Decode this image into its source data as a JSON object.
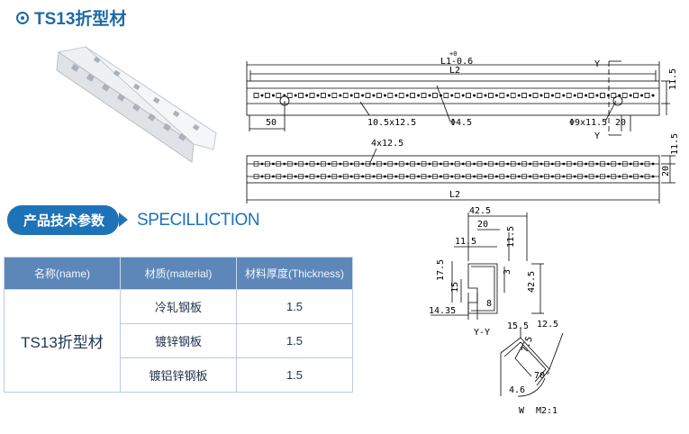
{
  "header": {
    "title": "TS13折型材"
  },
  "spec_section": {
    "label_cn": "产品技术参数",
    "label_en": "SPECILLICTION"
  },
  "table": {
    "headers": [
      "名称(name)",
      "材质(material)",
      "材料厚度(Thickness)"
    ],
    "product_name": "TS13折型材",
    "rows": [
      {
        "material": "冷轧钢板",
        "thickness": "1.5"
      },
      {
        "material": "镀锌钢板",
        "thickness": "1.5"
      },
      {
        "material": "镀铝锌钢板",
        "thickness": "1.5"
      }
    ]
  },
  "drawing": {
    "dims": {
      "tol_plus": "+0",
      "l1": "L1-0.6",
      "l2_top": "L2",
      "l2_bottom": "L2",
      "h115_right": "11.5",
      "d50": "50",
      "slot": "10.5x12.5",
      "hole45": "Φ4.5",
      "hole9": "Φ9x11.5",
      "d20_top": "20",
      "slot_4x": "4x12.5",
      "h115_r2": "11.5",
      "d20_r2": "20",
      "yy_425": "42.5",
      "yy_20": "20",
      "yy_115a": "11.5",
      "yy_115b": "11.5",
      "yy_175": "17.5",
      "yy_15": "15",
      "yy_3": "3",
      "yy_425v": "42.5",
      "yy_1435": "14.35",
      "yy_8": "8",
      "w_155": "15.5",
      "w_125": "12.5",
      "w_75": "7.5",
      "w_46": "4.6",
      "w_70": "70°"
    },
    "labels": {
      "y_top": "Y",
      "y_bot": "Y",
      "section_yy": "Y-Y",
      "detail_w": "W",
      "detail_scale": "M2:1"
    }
  }
}
